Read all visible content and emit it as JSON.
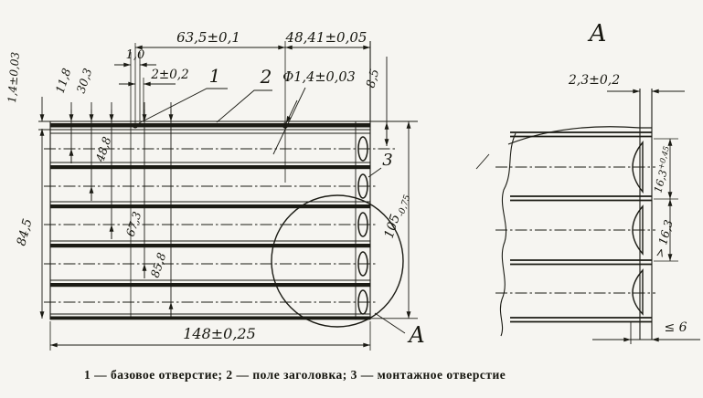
{
  "drawing": {
    "caption": "1 — базовое отверстие; 2 — поле заголовка; 3 — монтажное отверстие",
    "main_view": {
      "callouts": {
        "base_hole": "1",
        "header_field": "2",
        "mount_hole": "3",
        "detail_ref": "A"
      },
      "dims": {
        "span_left": "63,5±0,1",
        "span_right": "48,41±0,05",
        "hole_diameter": "Ф1,4±0,03",
        "hole_pitch": "2±0,2",
        "edge_offset": "1,0",
        "top_margin": "8,5",
        "strip_thickness": "1,4±0,03",
        "row_offsets": [
          "11,8",
          "30,3",
          "48,8",
          "67,3",
          "85,8"
        ],
        "overall_height_left": "84,5",
        "overall_height_right": {
          "value": "105",
          "tol": "-0,75"
        },
        "overall_width": "148±0,25"
      }
    },
    "view_a": {
      "title": "A",
      "dims": {
        "slot_width": "2,3±0,2",
        "cell_height": {
          "value": "16,3",
          "tol": "+0,45"
        },
        "cell_height_min": "> 16,3",
        "edge_clearance": "≤ 6"
      }
    }
  }
}
